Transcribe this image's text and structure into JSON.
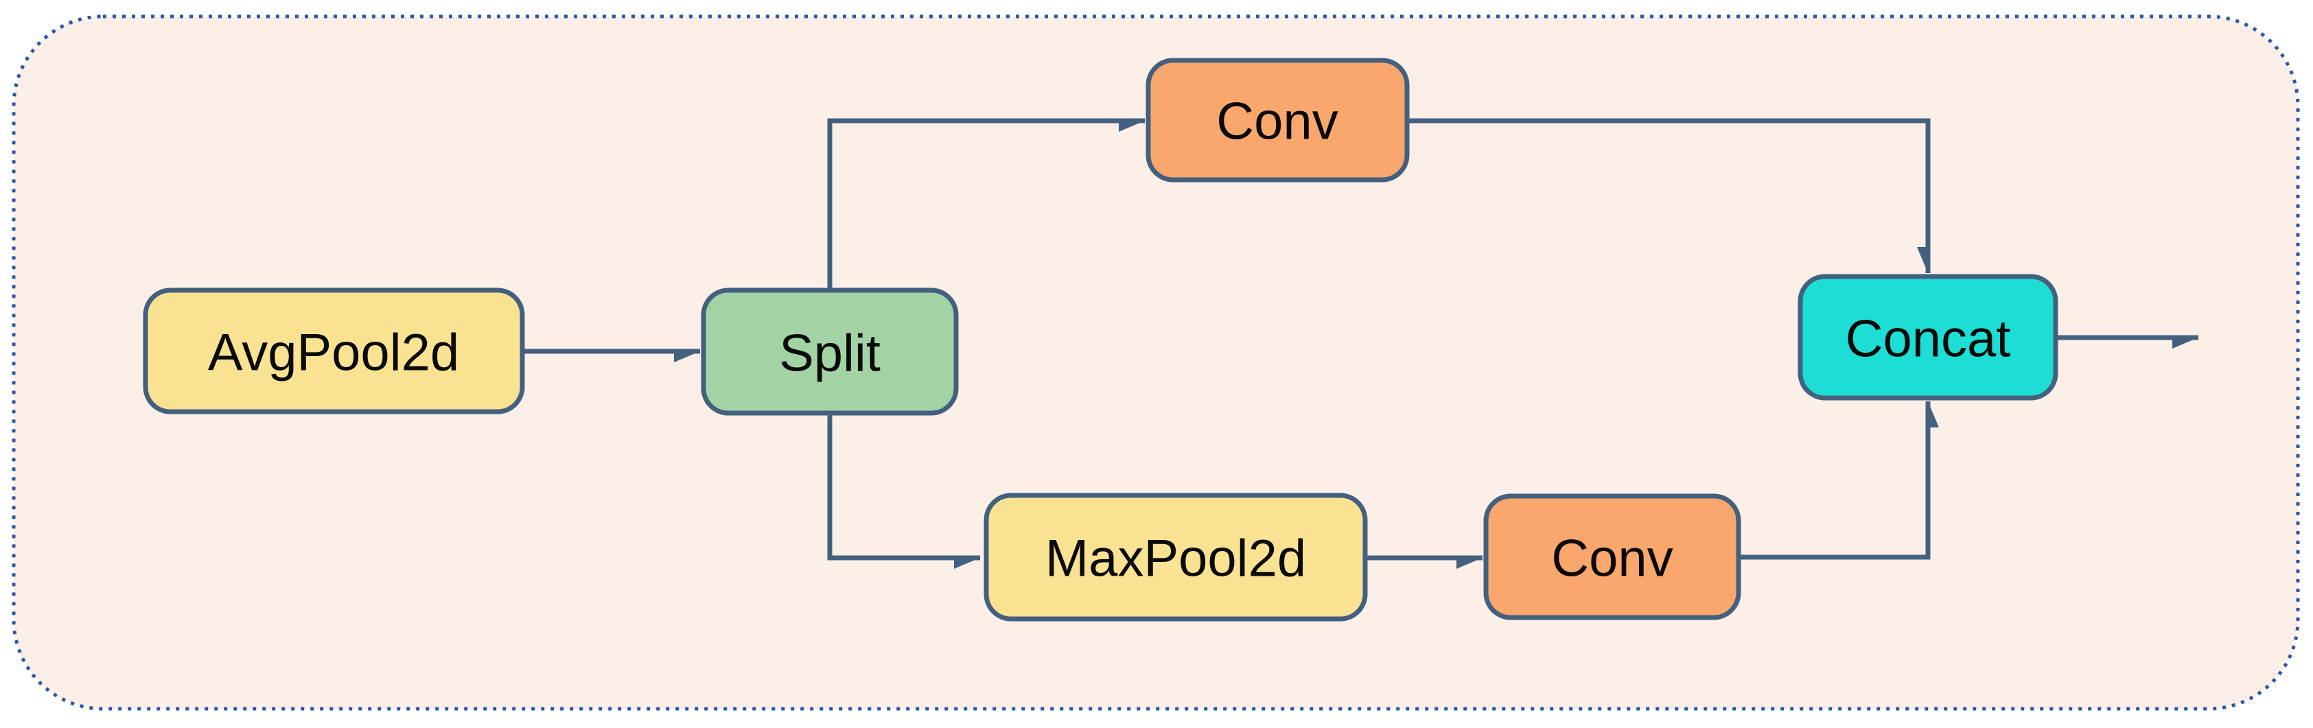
{
  "diagram": {
    "palette": {
      "canvas_background": "#FFFFFF",
      "container_fill": "#FBEFE7",
      "container_border": "#2A58A9",
      "node_border": "#44607F",
      "edge": "#44607F",
      "label_text": "#0A0A0A",
      "yellow": "#FAE293",
      "green": "#A3D3A4",
      "orange": "#F9A76C",
      "cyan": "#1CDED5"
    },
    "nodes": {
      "avgpool2d": {
        "label": "AvgPool2d"
      },
      "split": {
        "label": "Split"
      },
      "conv_top": {
        "label": "Conv"
      },
      "maxpool2d": {
        "label": "MaxPool2d"
      },
      "conv_bottom": {
        "label": "Conv"
      },
      "concat": {
        "label": "Concat"
      }
    },
    "edges": [
      {
        "from": "avgpool2d",
        "to": "split"
      },
      {
        "from": "split",
        "to": "conv_top"
      },
      {
        "from": "conv_top",
        "to": "concat"
      },
      {
        "from": "split",
        "to": "maxpool2d"
      },
      {
        "from": "maxpool2d",
        "to": "conv_bottom"
      },
      {
        "from": "conv_bottom",
        "to": "concat"
      },
      {
        "from": "concat",
        "to": "output"
      }
    ]
  }
}
